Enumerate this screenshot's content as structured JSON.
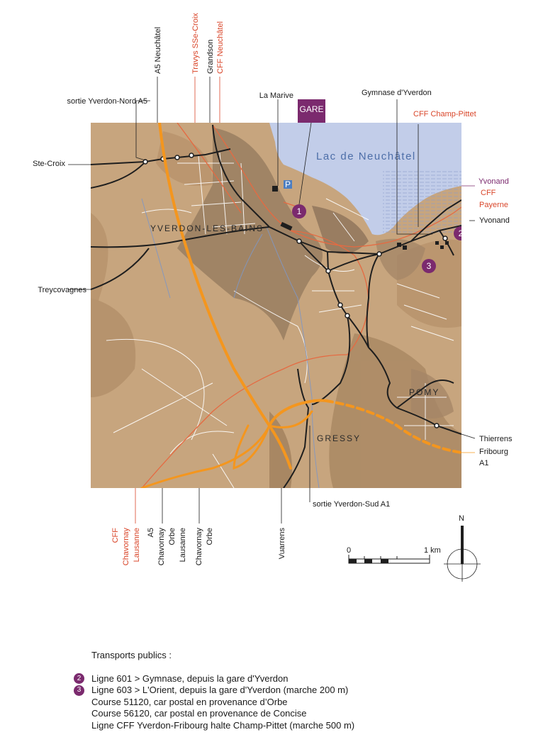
{
  "map": {
    "lake_label": "Lac de Neuchâtel",
    "gare_label": "GARE",
    "parking_label": "P",
    "places": {
      "yverdon": "YVERDON-LES-BAINS",
      "pomy": "POMY",
      "gressy": "GRESSY"
    },
    "markers": [
      "1",
      "2",
      "3"
    ],
    "top_labels": {
      "a5_neuchatel": "A5 Neuchâtel",
      "travys": "Travys SSe-Croix",
      "grandson": "Grandson",
      "cff_neuchatel": "CFF Neuchâtel"
    },
    "side_labels": {
      "sortie_nord": "sortie Yverdon-Nord A5",
      "la_marive": "La Marive",
      "gymnase": "Gymnase d'Yverdon",
      "cff_champ_pittet": "CFF Champ-Pittet",
      "ste_croix": "Ste-Croix",
      "yvonand_purple": "Yvonand",
      "cff": "CFF",
      "payerne": "Payerne",
      "yvonand": "Yvonand",
      "treycovagnes": "Treycovagnes",
      "thierrens": "Thierrens",
      "fribourg": "Fribourg",
      "a1": "A1",
      "sortie_sud": "sortie Yverdon-Sud A1"
    },
    "bottom_labels": {
      "cff_chavornay_lausanne": [
        "CFF",
        "Chavornay",
        "Lausanne"
      ],
      "a5_chavornay": [
        "A5",
        "Chavornay",
        "Orbe",
        "Lausanne"
      ],
      "chavornay_orbe": [
        "Chavornay",
        "Orbe"
      ],
      "vuarrens": [
        "Vuarrens"
      ]
    },
    "scale": {
      "start": "0",
      "end": "1 km"
    },
    "north": "N",
    "colors": {
      "terrain": "#c7a57e",
      "lake": "#c2cde9",
      "motorway": "#f4961e",
      "rail": "#e56a42",
      "road": "#1e1e1e",
      "marker": "#7b2a6e"
    }
  },
  "legend": {
    "title": "Transports publics :",
    "lines": [
      {
        "marker": "2",
        "text": "Ligne 601  > Gymnase, depuis la gare d'Yverdon"
      },
      {
        "marker": "3",
        "text": "Ligne 603  > L'Orient, depuis la gare d'Yverdon (marche 200 m)"
      },
      {
        "marker": "",
        "text": "Course 51120, car postal en provenance d’Orbe"
      },
      {
        "marker": "",
        "text": "Course 56120, car postal en provenance de Concise"
      },
      {
        "marker": "",
        "text": "Ligne CFF Yverdon-Fribourg halte Champ-Pittet (marche 500 m)"
      }
    ]
  }
}
